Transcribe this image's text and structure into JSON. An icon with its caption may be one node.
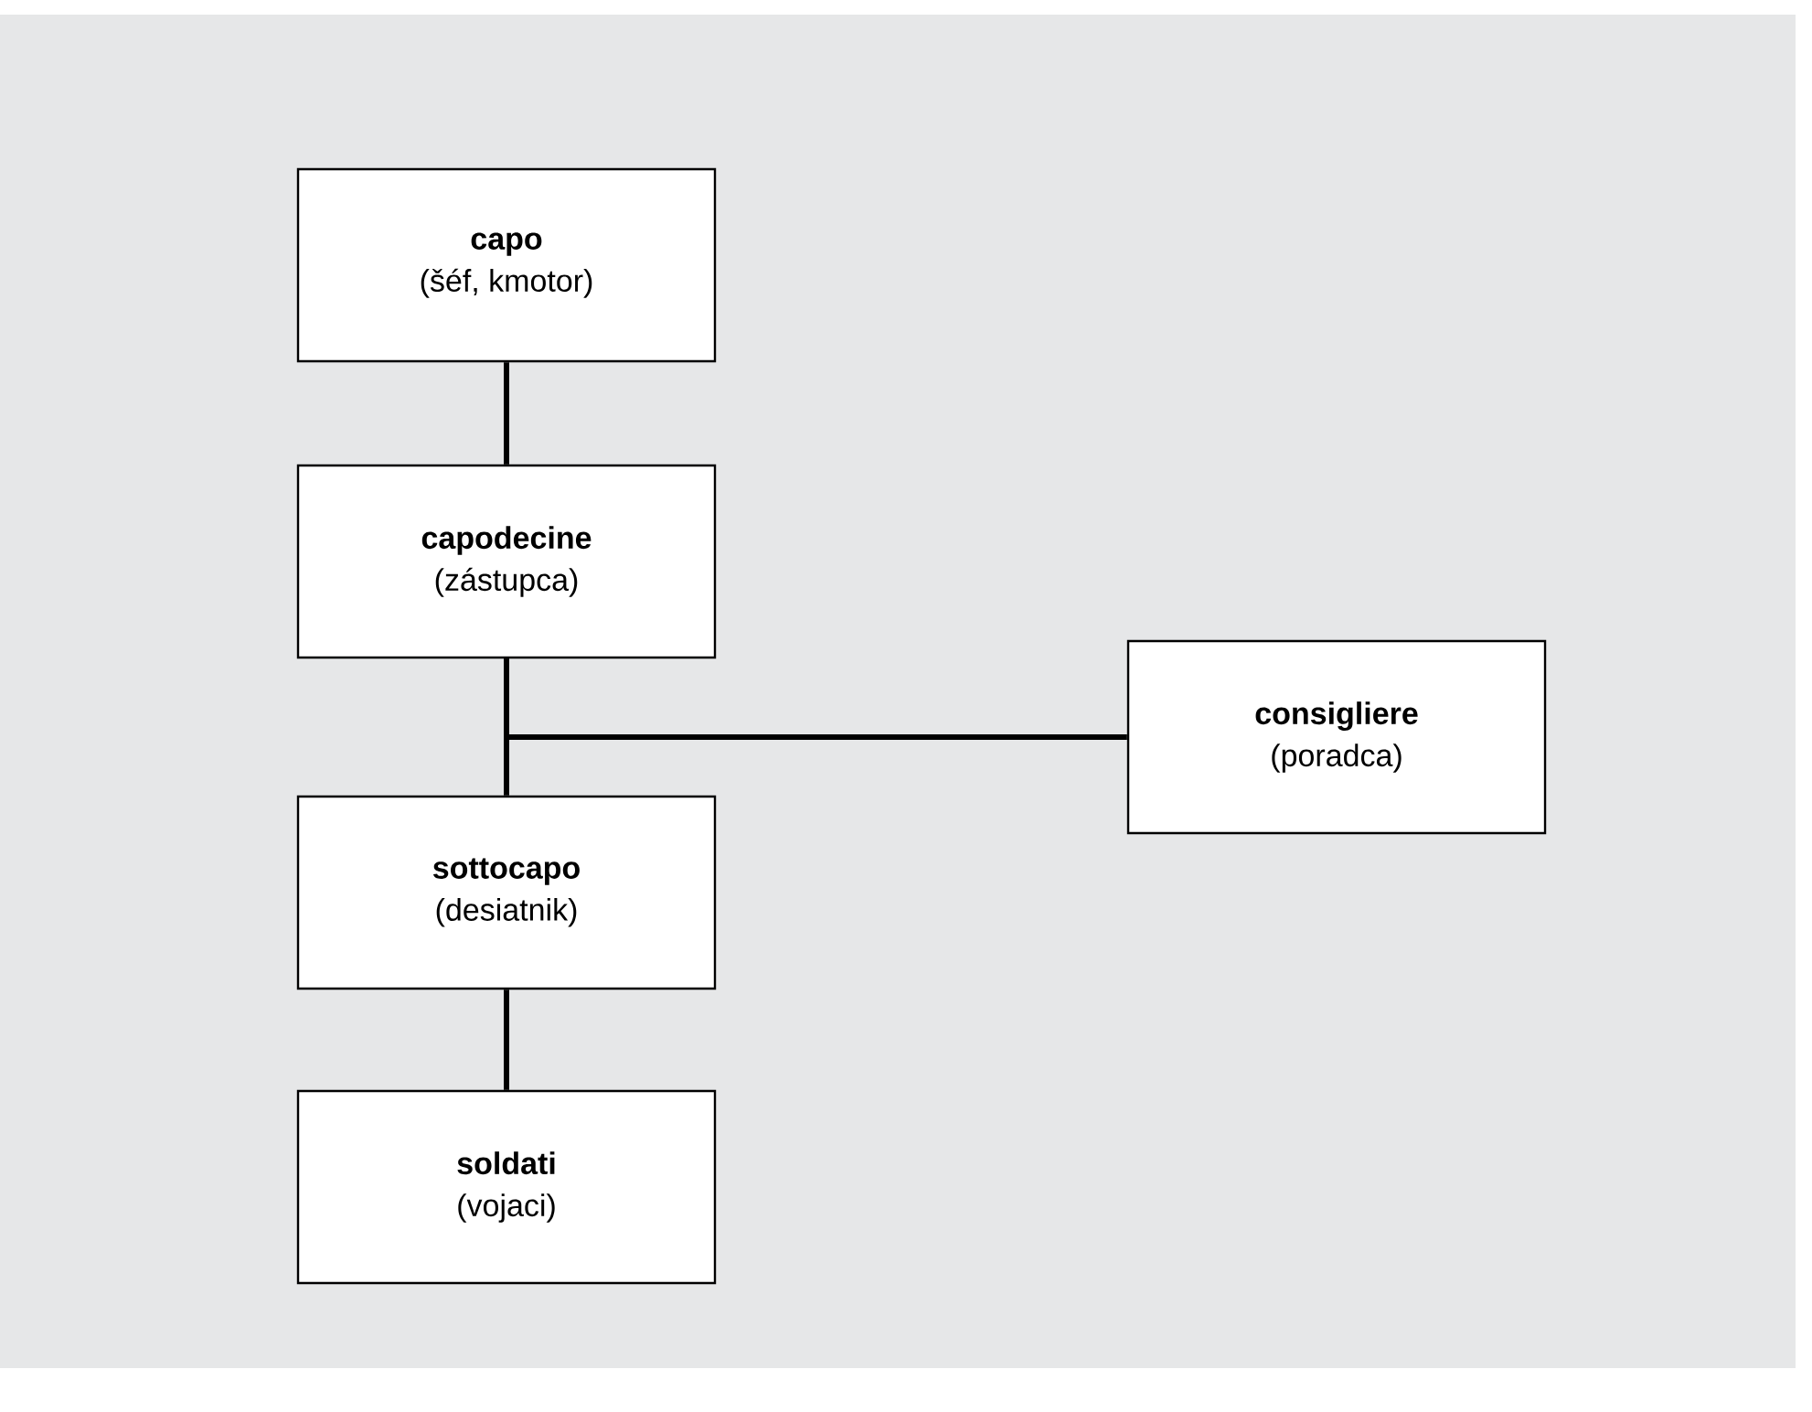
{
  "diagram": {
    "nodes": [
      {
        "text": [
          "capo",
          "(šéf, kmotor)"
        ]
      },
      {
        "text": [
          "capodecine",
          "(zástupca)"
        ]
      },
      {
        "text": [
          "sottocapo",
          "(desiatnik)"
        ]
      },
      {
        "text": [
          "soldati",
          "(vojaci)"
        ]
      },
      {
        "text": [
          "consigliere",
          "(poradca)"
        ]
      }
    ],
    "edges": [
      {
        "from": 0,
        "to": 1,
        "arrow": "none"
      },
      {
        "from": 1,
        "to": 2,
        "arrow": "none"
      },
      {
        "from": 2,
        "to": 3,
        "arrow": "none"
      },
      {
        "from": 1,
        "to": 4,
        "arrow": "none"
      }
    ]
  }
}
